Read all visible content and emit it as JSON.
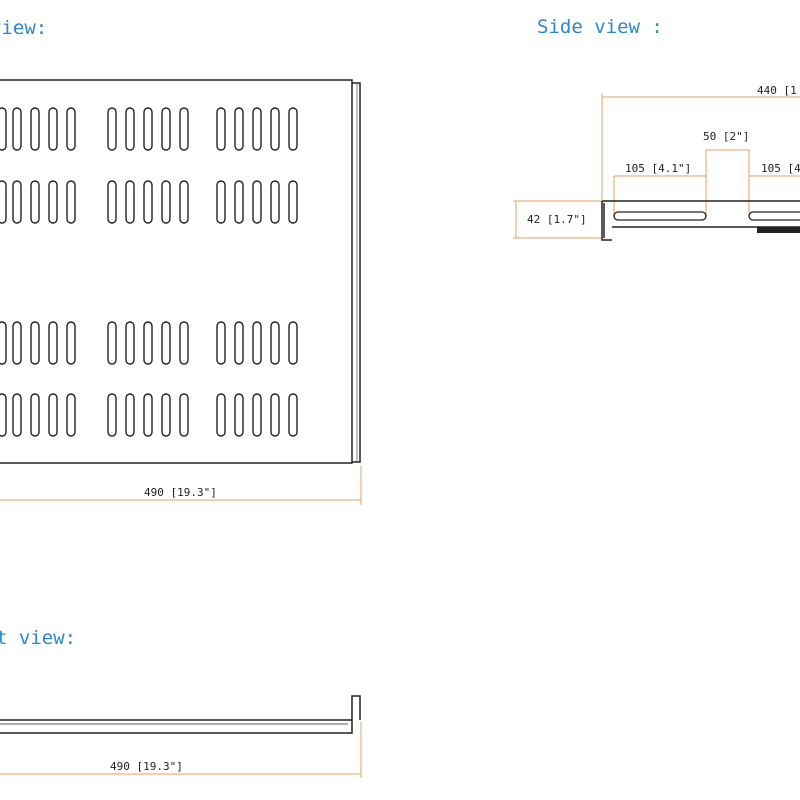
{
  "views": {
    "top": {
      "title": "view:",
      "width_dim": "490 [19.3\"]"
    },
    "side": {
      "title": "Side view :",
      "overall_dim": "440 [1",
      "gap_dim": "50 [2\"]",
      "left_slot_dim": "105 [4.1\"]",
      "right_slot_dim": "105 [4",
      "height_dim": "42 [1.7\"]"
    },
    "front": {
      "title": "t view:",
      "width_dim": "490 [19.3\"]"
    }
  },
  "colors": {
    "title": "#2f86c8",
    "dimension_line": "#e0a060",
    "outline": "#222222"
  }
}
